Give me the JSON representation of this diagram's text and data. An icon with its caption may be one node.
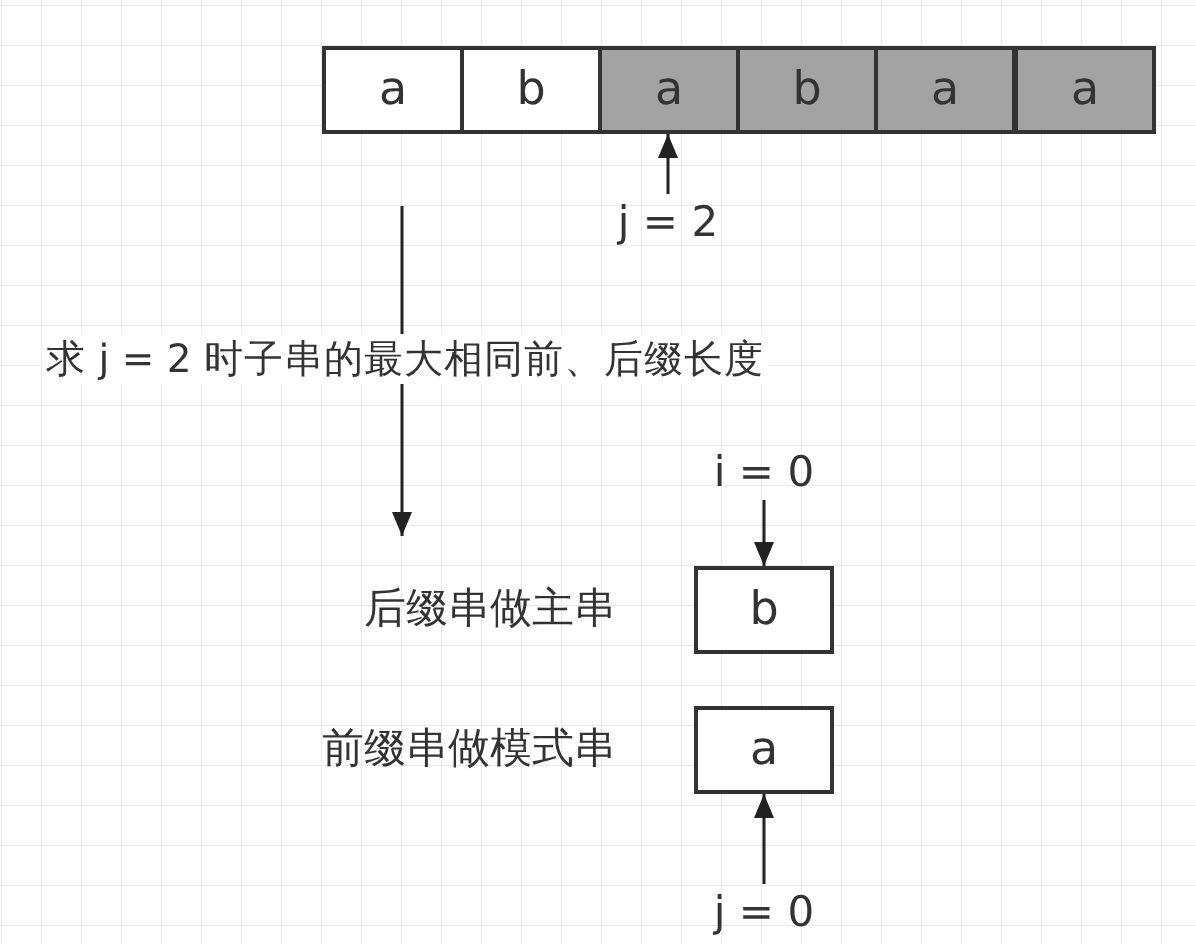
{
  "diagram": {
    "nodes": [
      {
        "text": [
          "a"
        ]
      },
      {
        "text": [
          "b"
        ]
      },
      {
        "text": [
          "a"
        ]
      },
      {
        "text": [
          "b"
        ]
      },
      {
        "text": [
          "a"
        ]
      },
      {
        "text": [
          "a"
        ]
      },
      {
        "text": [
          "j = 2"
        ]
      },
      {
        "text": [
          "i = 0"
        ]
      },
      {
        "text": [
          "b"
        ],
        "beside": [
          "后缀串做主串"
        ]
      },
      {
        "text": [
          "a"
        ],
        "beside": [
          "前缀串做模式串"
        ]
      },
      {
        "text": [
          "j = 0"
        ]
      }
    ],
    "edges": [
      {
        "from": 6,
        "to": 2,
        "arrow": "to"
      },
      {
        "from": 7,
        "to": 8,
        "arrow": "to"
      },
      {
        "from": 10,
        "to": 9,
        "arrow": "to"
      }
    ],
    "labels": [
      "求 j = 2 时子串的最大相同前、后缀长度"
    ]
  }
}
